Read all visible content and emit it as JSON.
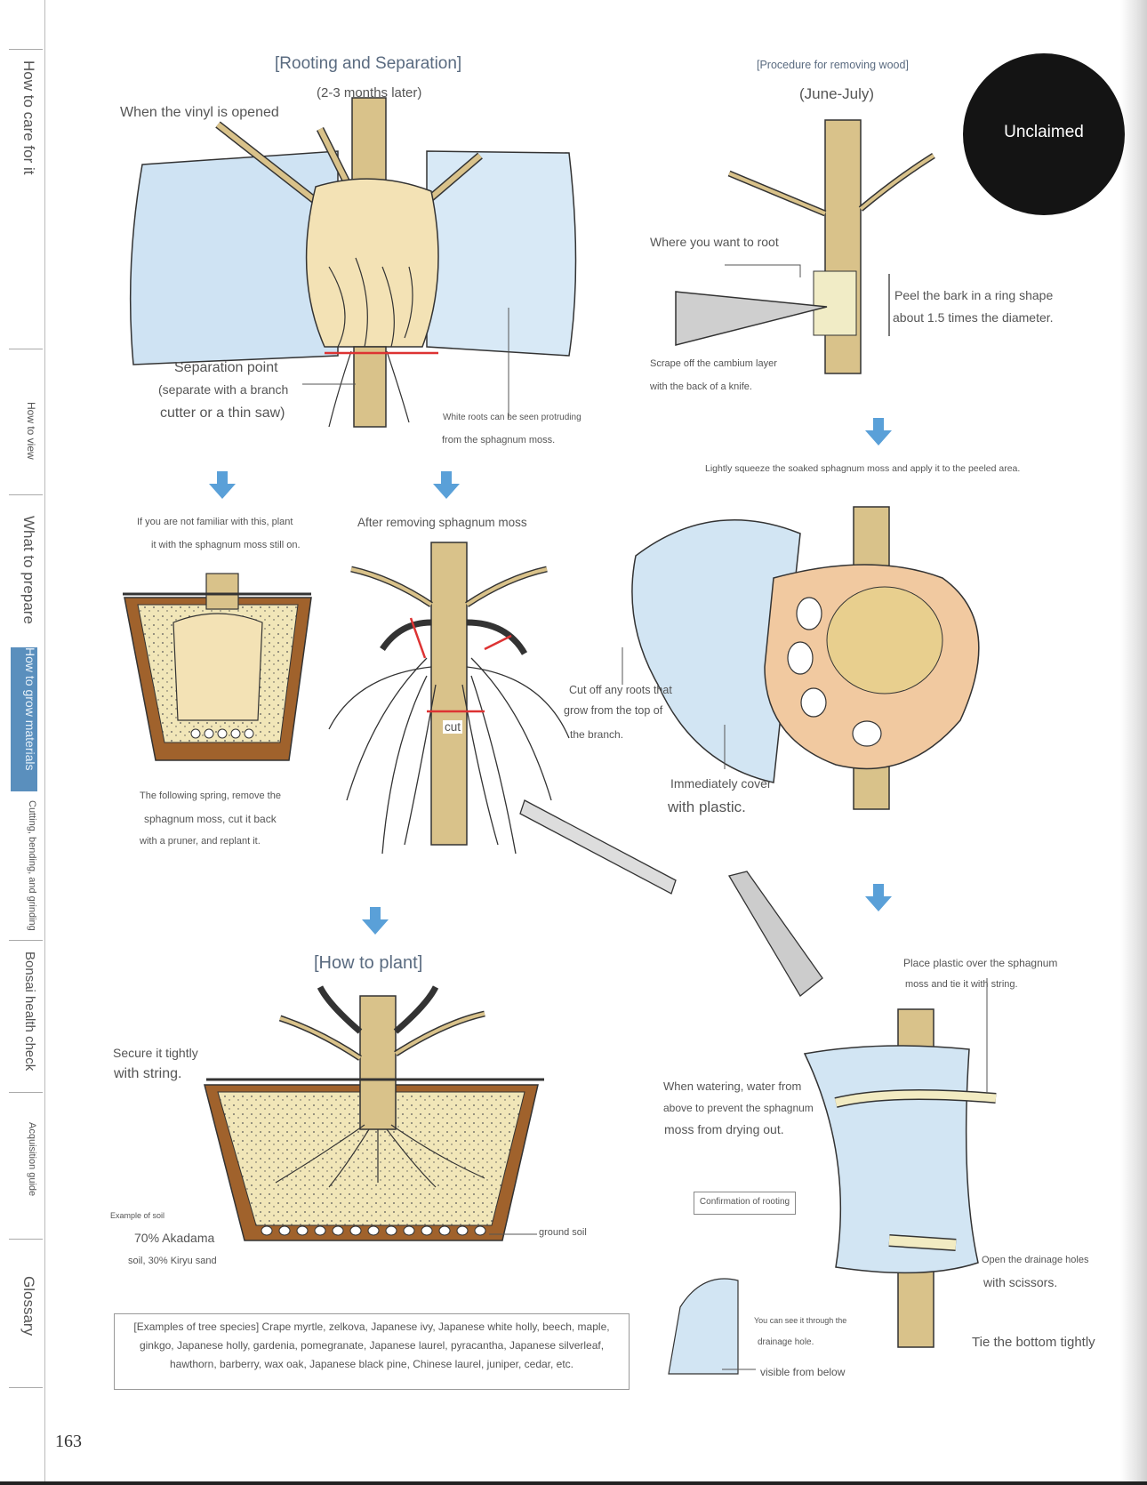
{
  "page_number": "163",
  "sidebar": {
    "tabs": [
      {
        "label": "How to care for it",
        "active": false
      },
      {
        "label": "How to view",
        "active": false
      },
      {
        "label": "What to prepare",
        "active": false
      },
      {
        "label": "How to grow materials",
        "active": true
      },
      {
        "label": "Cutting, bending, and grinding",
        "active": false
      },
      {
        "label": "Bonsai health check",
        "active": false
      },
      {
        "label": "Acquisition guide",
        "active": false
      },
      {
        "label": "Glossary",
        "active": false
      }
    ]
  },
  "badge": "Unclaimed",
  "left": {
    "title": "[Rooting and Separation]",
    "subtitle": "(2-3 months later)",
    "vinyl_opened": "When the vinyl is opened",
    "separation_point": "Separation point",
    "separation_desc_1": "(separate with a branch",
    "separation_desc_2": "cutter or a thin saw)",
    "white_roots_1": "White roots can be seen protruding",
    "white_roots_2": "from the sphagnum moss.",
    "not_familiar_1": "If you are not familiar with this, plant",
    "not_familiar_2": "it with the sphagnum moss still on.",
    "after_removing": "After removing sphagnum moss",
    "cut_off_1": "Cut off any roots that",
    "cut_off_2": "grow from the top of",
    "cut_off_3": "the branch.",
    "cut_label": "cut",
    "following_spring_1": "The following spring, remove the",
    "following_spring_2": "sphagnum moss, cut it back",
    "following_spring_3": "with a pruner, and replant it.",
    "how_to_plant": "[How to plant]",
    "secure_1": "Secure it tightly",
    "secure_2": "with string.",
    "soil_example": "Example of soil",
    "soil_1": "70% Akadama",
    "soil_2": "soil, 30% Kiryu sand",
    "ground_soil": "ground soil",
    "species": "[Examples of tree species] Crape myrtle, zelkova, Japanese ivy, Japanese white holly, beech, maple, ginkgo, Japanese holly, gardenia, pomegranate, Japanese laurel, pyracantha, Japanese silverleaf, hawthorn, barberry, wax oak, Japanese black pine, Chinese laurel, juniper, cedar, etc."
  },
  "right": {
    "title": "[Procedure for removing wood]",
    "subtitle": "(June-July)",
    "where_root": "Where you want to root",
    "peel_1": "Peel the bark in a ring shape",
    "peel_2": "about 1.5 times the diameter.",
    "scrape_1": "Scrape off the cambium layer",
    "scrape_2": "with the back of a knife.",
    "squeeze": "Lightly squeeze the soaked sphagnum moss and apply it to the peeled area.",
    "cover_1": "Immediately cover",
    "cover_2": "with plastic.",
    "place_1": "Place plastic over the sphagnum",
    "place_2": "moss and tie it with string.",
    "water_1": "When watering, water from",
    "water_2": "above to prevent the sphagnum",
    "water_3": "moss from drying out.",
    "confirmation": "Confirmation of rooting",
    "open_1": "Open the drainage holes",
    "open_2": "with scissors.",
    "see_1": "You can see it through the",
    "see_2": "drainage hole.",
    "visible_below": "visible from below",
    "tie_bottom": "Tie the bottom tightly"
  }
}
